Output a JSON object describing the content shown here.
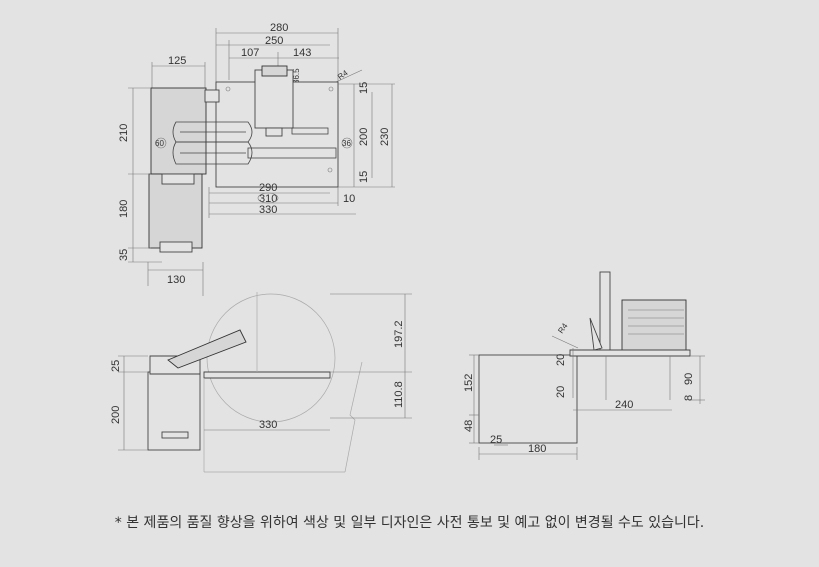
{
  "notice": "* 본 제품의 품질 향상을 위하여 색상 및 일부 디자인은 사전 통보 및 예고 없이 변경될 수도 있습니다.",
  "top_view": {
    "d280": "280",
    "d250": "250",
    "d107": "107",
    "d143": "143",
    "d36_5": "36.5",
    "d125": "125",
    "d210": "210",
    "d180": "180",
    "d35": "35",
    "d130": "130",
    "d15a": "15",
    "d200": "200",
    "d230": "230",
    "d15b": "15",
    "d290": "290",
    "d310": "310",
    "d330": "330",
    "d10": "10",
    "d60": "60",
    "d36": "36",
    "r4": "R4"
  },
  "front_view": {
    "d25": "25",
    "d200": "200",
    "d197_2": "197.2",
    "d110_8": "110.8",
    "d330": "330"
  },
  "side_view": {
    "r4": "R4",
    "d20a": "20",
    "d20b": "20",
    "d152": "152",
    "d48": "48",
    "d25": "25",
    "d180": "180",
    "d240": "240",
    "d90": "90",
    "d8": "8"
  }
}
